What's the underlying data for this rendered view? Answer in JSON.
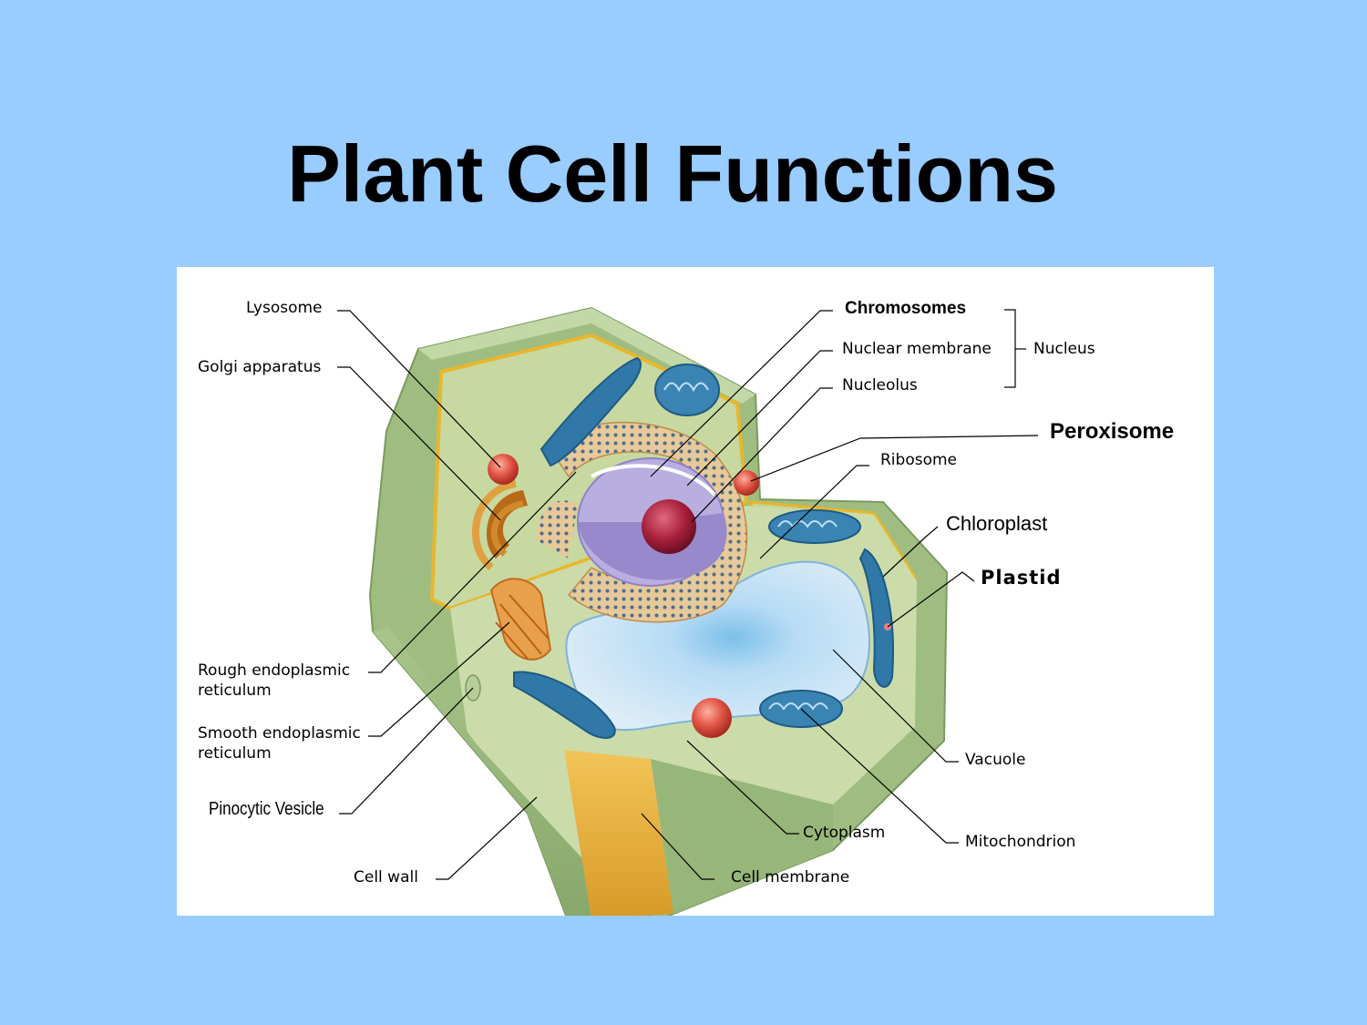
{
  "title": "Plant Cell Functions",
  "labels": {
    "lysosome": "Lysosome",
    "golgi": "Golgi apparatus",
    "rough_er_1": "Rough endoplasmic",
    "rough_er_2": "reticulum",
    "smooth_er_1": "Smooth endoplasmic",
    "smooth_er_2": "reticulum",
    "pinocytic": "Pinocytic Vesicle",
    "cell_wall": "Cell wall",
    "cell_membrane": "Cell membrane",
    "cytoplasm": "Cytoplasm",
    "mitochondrion": "Mitochondrion",
    "vacuole": "Vacuole",
    "plastid": "Plastid",
    "chloroplast": "Chloroplast",
    "ribosome": "Ribosome",
    "peroxisome": "Peroxisome",
    "chromosomes": "Chromosomes",
    "nuclear_membrane": "Nuclear membrane",
    "nucleolus": "Nucleolus",
    "nucleus": "Nucleus"
  },
  "colors": {
    "background": "#99ccff",
    "cell_wall": "#9ab87a",
    "cytoplasm": "#c9dca5",
    "vacuole": "#cfe6f7",
    "chloroplast": "#2f78a8",
    "nucleolus": "#a0203a",
    "nucleus": "#b9aee0",
    "membrane_yellow": "#f0c030"
  }
}
